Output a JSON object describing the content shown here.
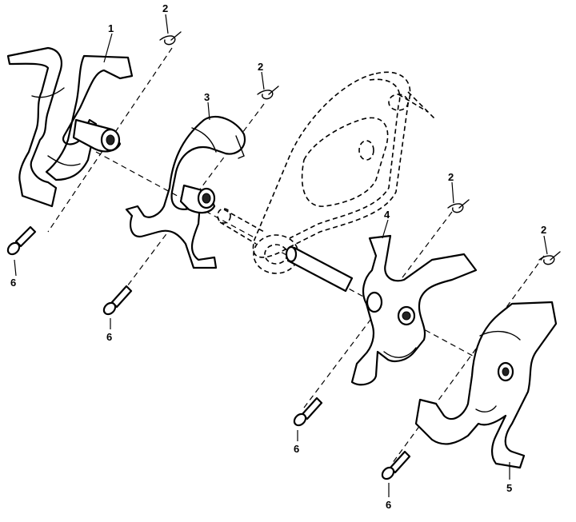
{
  "callouts": {
    "c1": "1",
    "c2a": "2",
    "c2b": "2",
    "c2c": "2",
    "c2d": "2",
    "c3": "3",
    "c4": "4",
    "c5": "5",
    "c6a": "6",
    "c6b": "6",
    "c6c": "6",
    "c6d": "6"
  }
}
